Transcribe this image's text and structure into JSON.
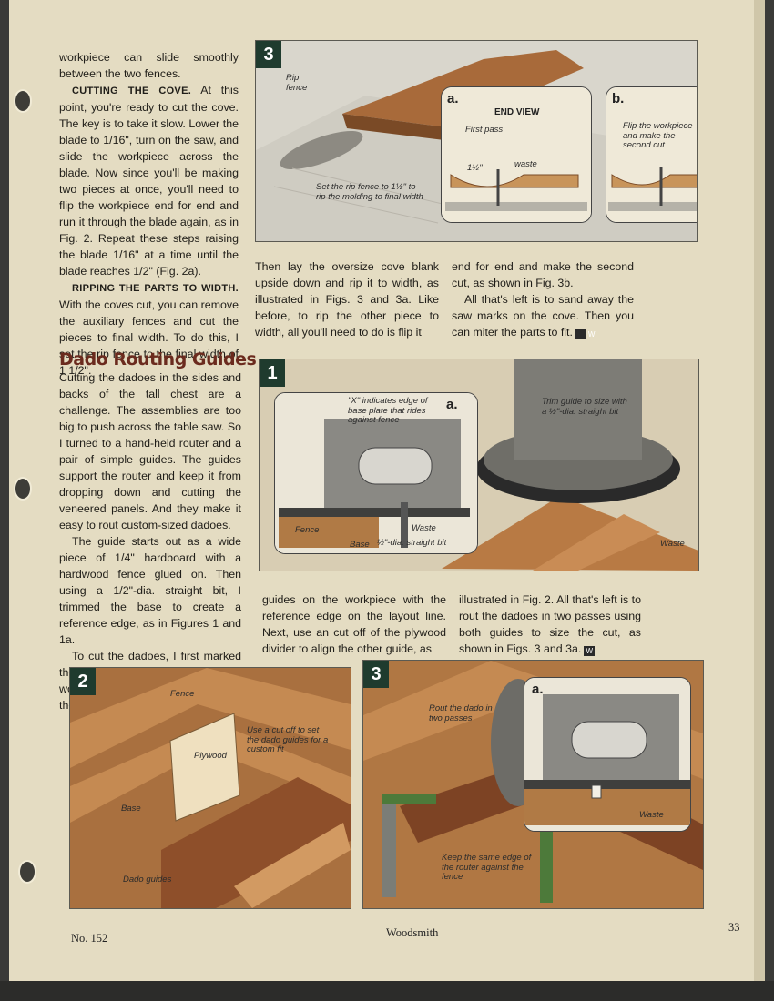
{
  "colors": {
    "heading": "#6b2b1e",
    "figure_number_bg": "#1f3b2e",
    "paper": "#e4dcc2"
  },
  "col1_top": {
    "p1": "workpiece can slide smoothly between the two fences.",
    "p2_runin": "CUTTING THE COVE.",
    "p2": "At this point, you're ready to cut the cove. The key is to take it slow. Lower the blade to 1/16\", turn on the saw, and slide the workpiece across the blade. Now since you'll be making two pieces at once, you'll need to flip the workpiece end for end and run it through the blade again, as in Fig. 2. Repeat these steps raising the blade 1/16\" at a time until the blade reaches 1/2\" (Fig. 2a).",
    "p3_runin": "RIPPING THE PARTS TO WIDTH.",
    "p3": "With the coves cut, you can remove the auxiliary fences and cut the pieces to final width. To do this, I set the rip fence to the final width of 1 1/2\"."
  },
  "col2_top": "Then lay the oversize cove blank upside down and rip it to width, as illustrated in Figs. 3 and 3a. Like before, to rip the other piece to width, all you'll need to do is flip it",
  "col3_top": {
    "p1": "end for end and make the second cut, as shown in Fig. 3b.",
    "p2": "All that's left is to sand away the saw marks on the cove. Then you can miter the parts to fit."
  },
  "section_heading": "Dado Routing Guides",
  "col1_bottom": {
    "p1": "Cutting the dadoes in the sides and backs of the tall chest are a challenge. The assemblies are too big to push across the table saw. So I turned to a hand-held router and a pair of simple guides. The guides support the router and keep it from dropping down and cutting the veneered panels. And they make it easy to rout custom-sized dadoes.",
    "p2": "The guide starts out as a wide piece of 1/4\" hardboard with a hardwood fence glued on. Then using a 1/2\"-dia. straight bit, I trimmed the base to create a reference edge, as in Figures 1 and 1a.",
    "p3": "To cut the dadoes, I first marked the dado locations on the workpiece. Then I clamped one of the"
  },
  "col2_bottom": "guides on the workpiece with the reference edge on the layout line. Next, use an cut off of the plywood divider to align the other guide, as",
  "col3_bottom": "illustrated in Fig. 2. All that's left is to rout the dadoes in two passes using both guides to size the cut, as shown in Figs. 3 and 3a.",
  "end_mark": "W",
  "fig_top3": {
    "number": "3",
    "rip_fence": "Rip fence",
    "set_rip": "Set the rip fence to 1½\" to rip the molding to final width",
    "inset_a": {
      "letter": "a.",
      "title": "END VIEW",
      "first_pass": "First pass",
      "dim": "1½\"",
      "waste": "waste"
    },
    "inset_b": {
      "letter": "b.",
      "note": "Flip the workpiece and make the second cut"
    }
  },
  "fig1": {
    "number": "1",
    "x_note": "\"X\" indicates edge of base plate that rides against fence",
    "inset_letter": "a.",
    "fence": "Fence",
    "base": "Base",
    "waste_inset": "Waste",
    "bit": "½\"-dia. straight bit",
    "trim": "Trim guide to size with a ½\"-dia. straight bit",
    "waste": "Waste"
  },
  "fig2": {
    "number": "2",
    "fence": "Fence",
    "use_cutoff": "Use a cut off to set the dado guides for a custom fit",
    "plywood": "Plywood",
    "base": "Base",
    "dado_guides": "Dado guides"
  },
  "fig3": {
    "number": "3",
    "rout": "Rout the dado in two passes",
    "inset_letter": "a.",
    "waste": "Waste",
    "keep": "Keep the same edge of the router against the fence"
  },
  "footer": {
    "issue": "No. 152",
    "magazine": "Woodsmith",
    "page": "33"
  }
}
